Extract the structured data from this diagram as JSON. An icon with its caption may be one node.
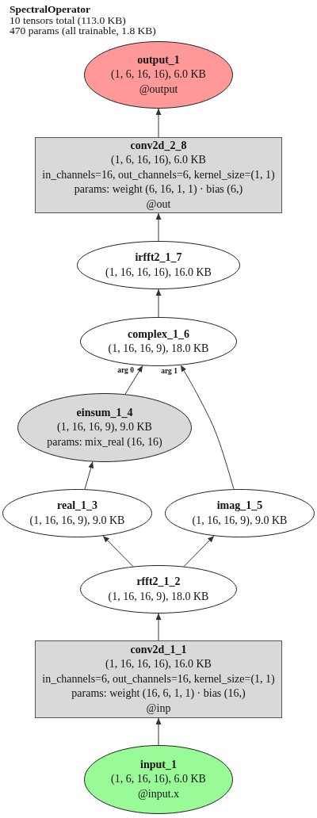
{
  "diagram": {
    "title": "SpectralOperator",
    "nodes": [
      {
        "text": [
          "output_1",
          "(1, 6, 16, 16), 6.0 KB",
          "@output"
        ]
      },
      {
        "text": [
          "conv2d_2_8",
          "(1, 6, 16, 16), 6.0 KB",
          "in_channels=16, out_channels=6, kernel_size=(1, 1)",
          "params: weight (6, 16, 1, 1) · bias (6,)",
          "@out"
        ]
      },
      {
        "text": [
          "irfft2_1_7",
          "(1, 16, 16, 16), 16.0 KB"
        ]
      },
      {
        "text": [
          "complex_1_6",
          "(1, 16, 16, 9), 18.0 KB"
        ]
      },
      {
        "text": [
          "einsum_1_4",
          "(1, 16, 16, 9), 9.0 KB",
          "params: mix_real (16, 16)"
        ]
      },
      {
        "text": [
          "real_1_3",
          "(1, 16, 16, 9), 9.0 KB"
        ]
      },
      {
        "text": [
          "imag_1_5",
          "(1, 16, 16, 9), 9.0 KB"
        ]
      },
      {
        "text": [
          "rfft2_1_2",
          "(1, 16, 16, 9), 18.0 KB"
        ]
      },
      {
        "text": [
          "conv2d_1_1",
          "(1, 16, 16, 16), 16.0 KB",
          "in_channels=6, out_channels=16, kernel_size=(1, 1)",
          "params: weight (16, 6, 1, 1) · bias (16,)",
          "@inp"
        ]
      },
      {
        "text": [
          "input_1",
          "(1, 6, 16, 16), 6.0 KB",
          "@input.x"
        ]
      }
    ],
    "edges": [
      {
        "from": 9,
        "to": 8,
        "arrow": "to"
      },
      {
        "from": 8,
        "to": 7,
        "arrow": "to"
      },
      {
        "from": 7,
        "to": 5,
        "arrow": "to"
      },
      {
        "from": 7,
        "to": 6,
        "arrow": "to"
      },
      {
        "from": 5,
        "to": 4,
        "arrow": "to"
      },
      {
        "from": 4,
        "to": 3,
        "arrow": "to",
        "label": "arg 0"
      },
      {
        "from": 6,
        "to": 3,
        "arrow": "to",
        "label": "arg 1"
      },
      {
        "from": 3,
        "to": 2,
        "arrow": "to"
      },
      {
        "from": 2,
        "to": 1,
        "arrow": "to"
      },
      {
        "from": 1,
        "to": 0,
        "arrow": "to"
      }
    ],
    "labels": [
      "10 tensors total (113.0 KB)",
      "470 params (all trainable, 1.8 KB)"
    ]
  }
}
